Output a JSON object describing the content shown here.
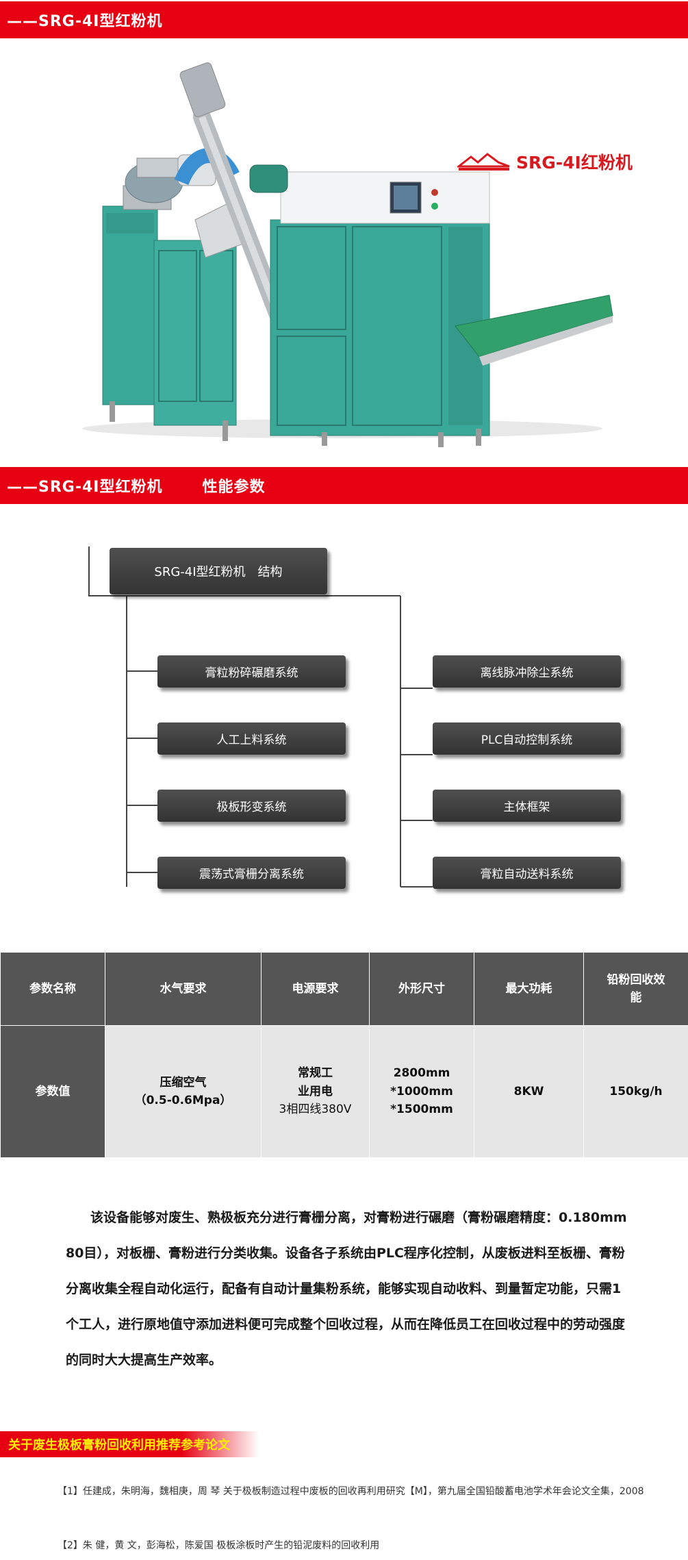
{
  "banner_1": {
    "title": "——SRG-4I型红粉机"
  },
  "banner_2": {
    "title": "——SRG-4I型红粉机",
    "extra": "性能参数"
  },
  "hero": {
    "brand_label": "SRG-4I红粉机"
  },
  "diagram": {
    "title": "SRG-4I型红粉机　结构",
    "left_items": [
      "膏粒粉碎碾磨系统",
      "人工上料系统",
      "极板形变系统",
      "震荡式膏栅分离系统"
    ],
    "right_items": [
      "离线脉冲除尘系统",
      "PLC自动控制系统",
      "主体框架",
      "膏粒自动送料系统"
    ]
  },
  "params": {
    "headers": [
      "参数名称",
      "水气要求",
      "电源要求",
      "外形尺寸",
      "最大功耗",
      "铅粉回收效能"
    ],
    "row_label": "参数值",
    "water_gas": [
      "压缩空气",
      "（0.5-0.6Mpa）"
    ],
    "power": [
      "常规工",
      "业用电",
      "3相四线380V"
    ],
    "size": [
      "2800mm",
      "*1000mm",
      "*1500mm"
    ],
    "max_power": "8KW",
    "recovery": "150kg/h"
  },
  "description": "该设备能够对废生、熟极板充分进行膏栅分离，对膏粉进行碾磨（膏粉碾磨精度：0.180mm 80目），对板栅、膏粉进行分类收集。设备各子系统由PLC程序化控制，从废板进料至板栅、膏粉分离收集全程自动化运行，配备有自动计量集粉系统，能够实现自动收料、到量暂定功能，只需1个工人，进行原地值守添加进料便可完成整个回收过程，从而在降低员工在回收过程中的劳动强度的同时大大提高生产效率。",
  "references": {
    "heading": "关于废生极板膏粉回收利用推荐参考论文",
    "items": [
      "【1】任建成，朱明海，魏相庚，周 琴 关于极板制造过程中废板的回收再利用研究【M】，第九届全国铅酸蓄电池学术年会论文全集，2008",
      "【2】朱 健，黄 文，彭海松，陈爱国 极板涂板时产生的铅泥废料的回收利用"
    ]
  },
  "colors": {
    "accent": "#e60012",
    "machine": "#3aa899",
    "dark_box": "#444444",
    "ref_text": "#ffee00"
  }
}
